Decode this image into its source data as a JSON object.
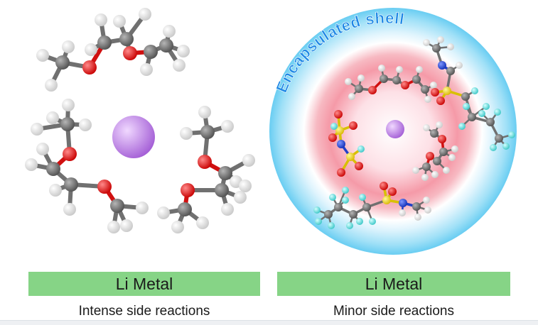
{
  "colors": {
    "oxygen": "#e01010",
    "carbon": "#6f6f6f",
    "hydrogen": "#e6e6e6",
    "lithium": "#b77ee0",
    "sulfur": "#e8d21a",
    "nitrogen": "#1f3fd0",
    "fluorine": "#4fd8d8",
    "shell_outer": "#6fd0f3",
    "shell_inner": "#f28a9a",
    "bar": "#86d486",
    "shell_text": "#1e88e5"
  },
  "left_panel": {
    "label": "Li Metal",
    "caption": "Intense side reactions"
  },
  "right_panel": {
    "label": "Li Metal",
    "caption": "Minor side reactions",
    "shell_label": "Encapsulated shell"
  }
}
